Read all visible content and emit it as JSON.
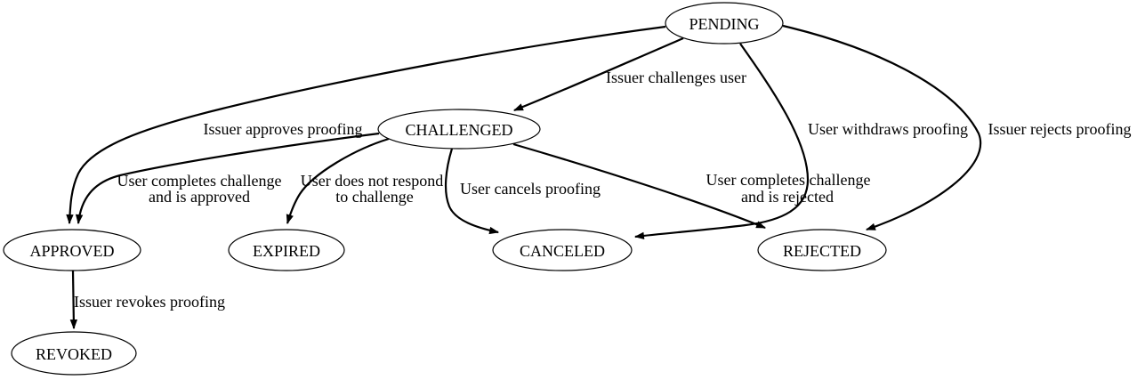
{
  "colors": {
    "background": "#ffffff",
    "node_fill": "#ffffff",
    "stroke": "#000000",
    "text": "#000000"
  },
  "diagram": {
    "type": "state-machine",
    "nodes": [
      {
        "id": "pending",
        "label": "PENDING"
      },
      {
        "id": "challenged",
        "label": "CHALLENGED"
      },
      {
        "id": "approved",
        "label": "APPROVED"
      },
      {
        "id": "expired",
        "label": "EXPIRED"
      },
      {
        "id": "canceled",
        "label": "CANCELED"
      },
      {
        "id": "rejected",
        "label": "REJECTED"
      },
      {
        "id": "revoked",
        "label": "REVOKED"
      }
    ],
    "edges": [
      {
        "from": "PENDING",
        "to": "CHALLENGED",
        "lines": [
          "Issuer challenges user"
        ]
      },
      {
        "from": "PENDING",
        "to": "APPROVED",
        "lines": [
          "Issuer approves proofing"
        ]
      },
      {
        "from": "PENDING",
        "to": "CANCELED",
        "lines": [
          "User withdraws proofing"
        ]
      },
      {
        "from": "PENDING",
        "to": "REJECTED",
        "lines": [
          "Issuer rejects proofing"
        ]
      },
      {
        "from": "CHALLENGED",
        "to": "APPROVED",
        "lines": [
          "User completes challenge",
          "and is approved"
        ]
      },
      {
        "from": "CHALLENGED",
        "to": "EXPIRED",
        "lines": [
          "User does not respond",
          "to challenge"
        ]
      },
      {
        "from": "CHALLENGED",
        "to": "CANCELED",
        "lines": [
          "User cancels proofing"
        ]
      },
      {
        "from": "CHALLENGED",
        "to": "REJECTED",
        "lines": [
          "User completes challenge",
          "and is rejected"
        ]
      },
      {
        "from": "APPROVED",
        "to": "REVOKED",
        "lines": [
          "Issuer revokes proofing"
        ]
      }
    ]
  }
}
